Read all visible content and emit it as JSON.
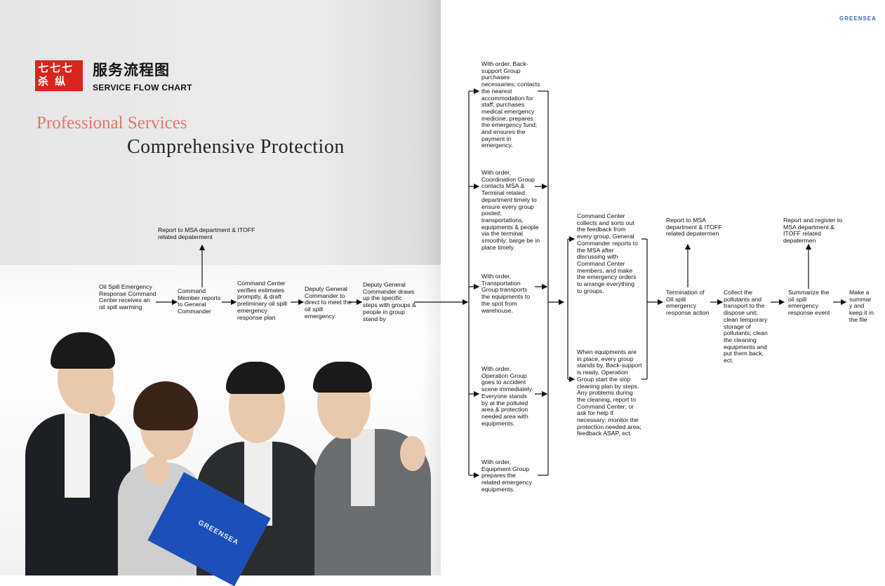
{
  "header": {
    "logo_glyphs": "七七七\n杀 纵",
    "title_cn": "服务流程图",
    "title_en": "SERVICE FLOW CHART",
    "tagline1": "Professional Services",
    "tagline2": "Comprehensive Protection",
    "brand": "GREENSEA",
    "folder_text": "GREENSEA"
  },
  "colors": {
    "logo_red": "#d8261f",
    "tagline_red": "#e0766a",
    "brand_blue": "#3e6aa8",
    "folder_blue": "#1d4fb8"
  },
  "flow": {
    "report_msa_1": "Report to MSA department & ITOFF related depaterment",
    "step1": "Oil Spill Emergency Response Command Center receives an oil spill warming",
    "step2": "Command Member reports to General Commander",
    "step3": "Command Center verifies estimates promptly, & draft preliminary oil spill emergency response plan",
    "step4": "Deputy General Commander to direct to meet the oil spill emergency",
    "step5": "Deputy General Commander draws up the specific steps with groups & people in group stand by",
    "group_back": "With order, Back-support Group purchases necessaries; contacts the nearest accommodation for staff; purchases medical emergency medicine; prepares the emergency fund; and ensures the payment in emergency.",
    "group_coord": "With order, Coordination Group contacts MSA & Terminal related department timely to ensure every group posted; transportations, equipments & people via the terminal smoothly; barge be in place timely.",
    "group_trans": "With order, Transportation Group transports the equipments to the spot from warehouse.",
    "group_oper": "With order, Operation Group goes to accident scene immediately. Everyone stands by at the polluted area & protection needed area with equipments.",
    "group_equip": "With order, Equipment Group prepares the related emergency equipments.",
    "cc_collect": "Command Center collects and sorts out the feedback from every group, General Commander reports to the MSA after discussing with Command Center members, and make the emergency orders to arrange everything to groups.",
    "when_equip": "When equipments are in place, every group stands by, Back-support is ready, Operation Group start the slop cleaning plan by steps. Any problems during the cleaning, report to Command Center; or ask for help if necessary; monitor the protection needed area; feedback ASAP, ect.",
    "report_msa_2": "Report to MSA department & ITOFF related depatermen",
    "termination": "Termination of Oil spill emergency response action",
    "collect_pollutants": "Collect the pollutants and transport to the dispose unit; clean temporary storage of pollutants; clean the cleaning equipments and put them back, ect.",
    "report_register": "Report and register to MSA department & ITOFF related depatermen",
    "summarize": "Summarize the oil spill emergency response event",
    "make_summary": "Make a summar y and keep it in the file"
  }
}
